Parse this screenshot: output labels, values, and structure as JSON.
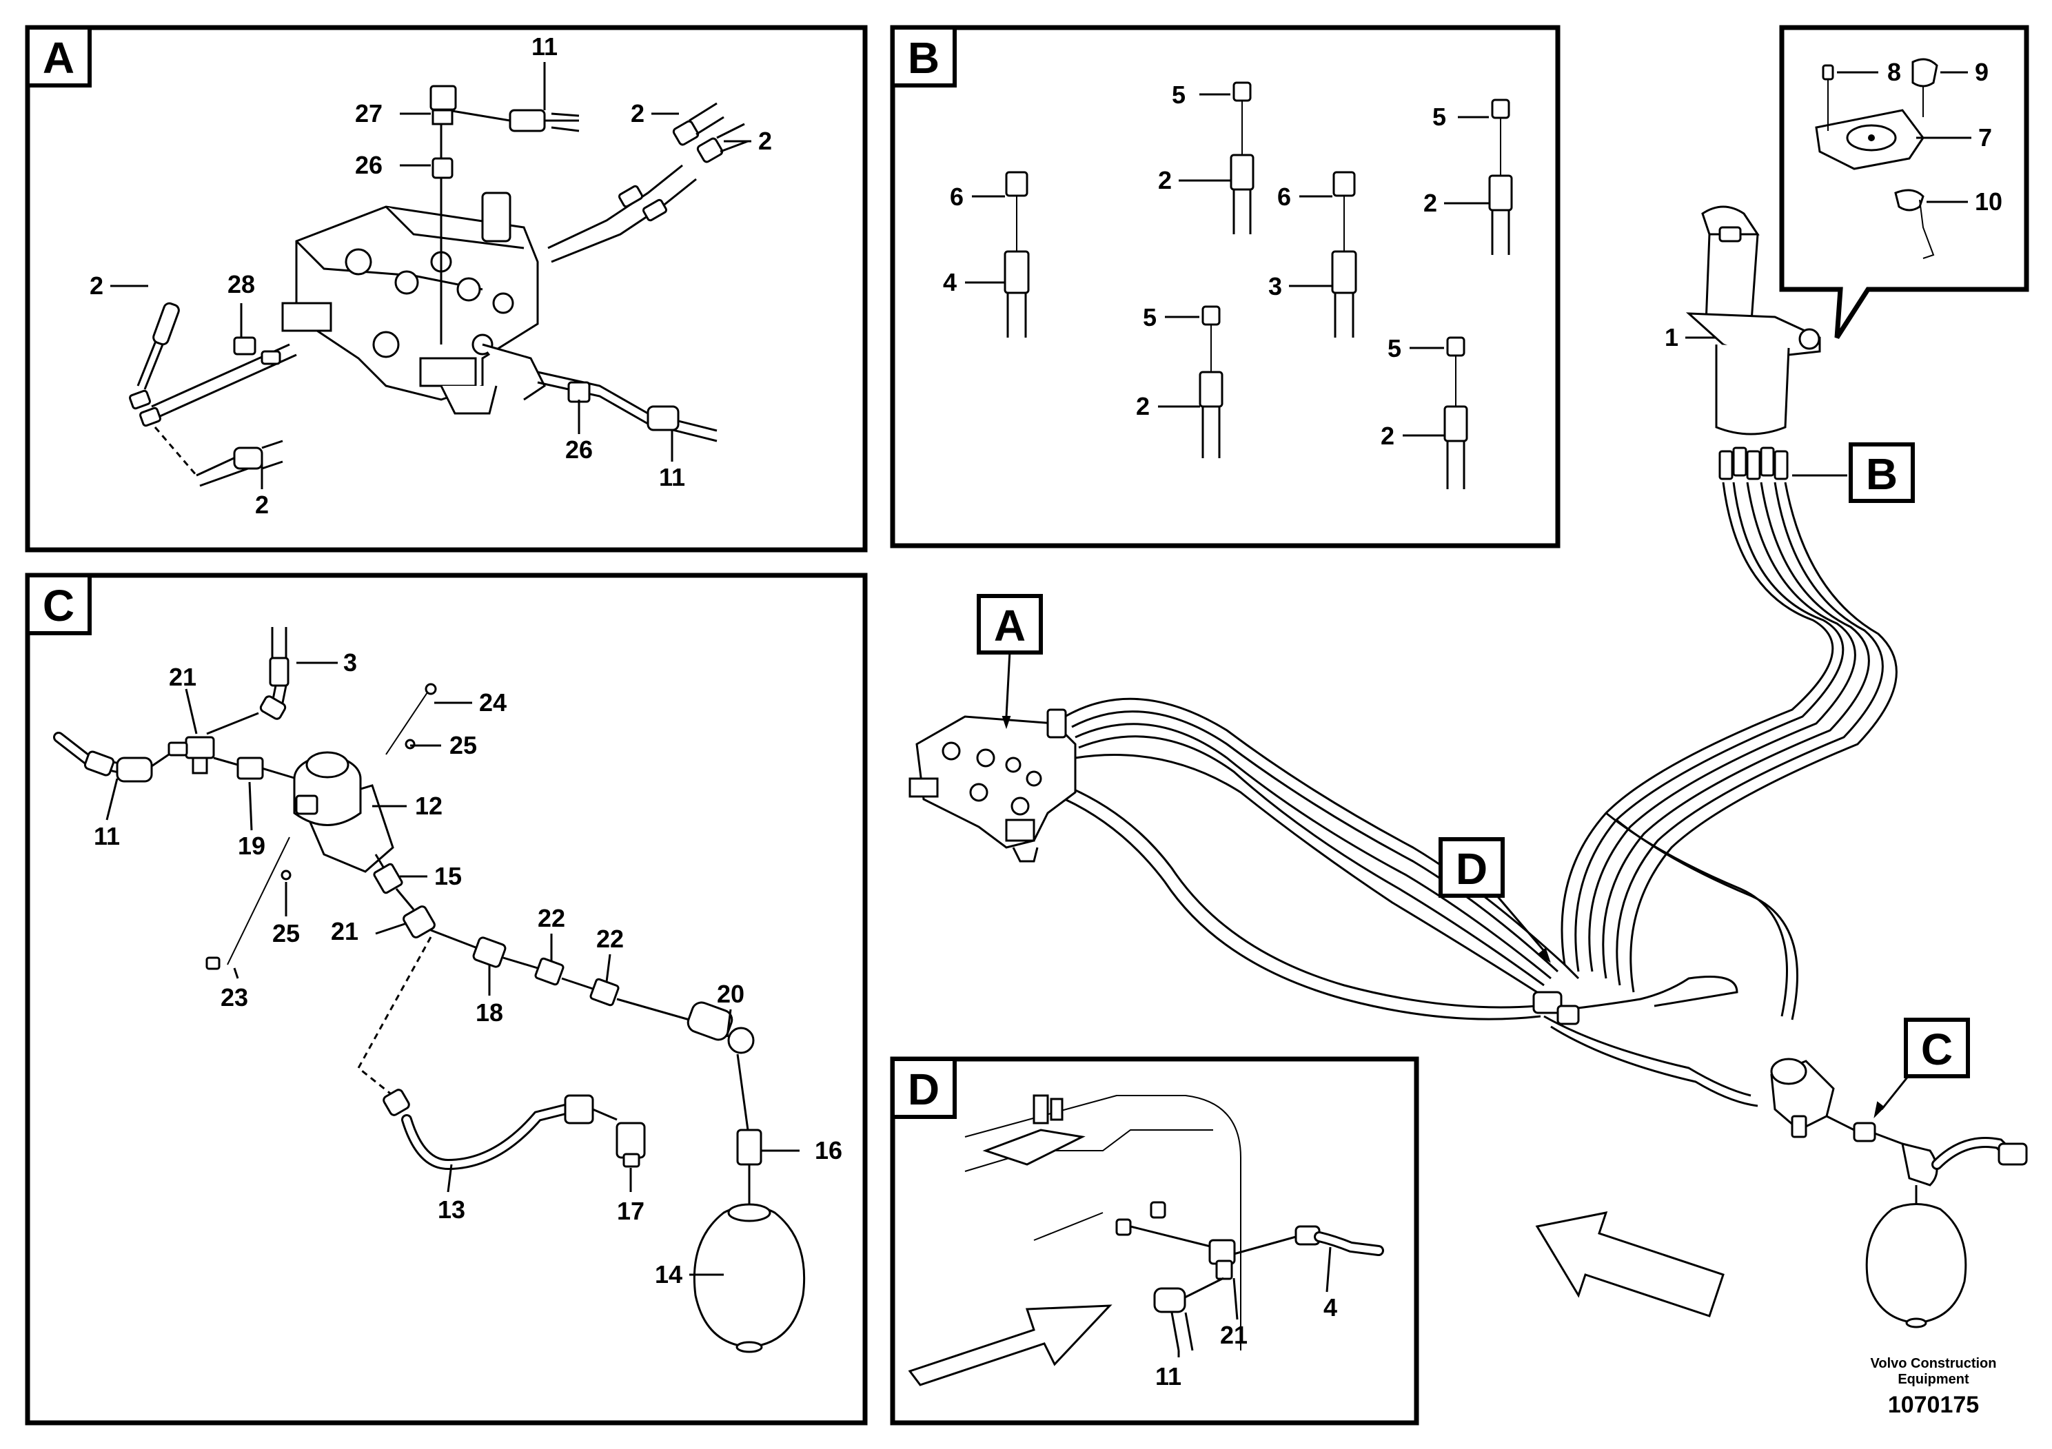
{
  "panels": {
    "a": {
      "tag": "A",
      "labels": [
        "11",
        "27",
        "2",
        "2",
        "26",
        "28",
        "2",
        "26",
        "11",
        "2"
      ]
    },
    "b": {
      "tag": "B",
      "labels": [
        "5",
        "5",
        "6",
        "2",
        "6",
        "2",
        "4",
        "3",
        "5",
        "5",
        "2",
        "2"
      ]
    },
    "c": {
      "tag": "C",
      "labels": [
        "3",
        "21",
        "24",
        "25",
        "11",
        "19",
        "12",
        "25",
        "15",
        "21",
        "22",
        "22",
        "23",
        "18",
        "20",
        "16",
        "13",
        "17",
        "14"
      ]
    },
    "d": {
      "tag": "D",
      "labels": [
        "4",
        "21",
        "11"
      ]
    }
  },
  "main": {
    "tags": [
      "A",
      "B",
      "C",
      "D"
    ],
    "labels": [
      "8",
      "9",
      "7",
      "10",
      "1"
    ]
  },
  "credit": {
    "line1": "Volvo Construction",
    "line2": "Equipment"
  },
  "doc_number": "1070175"
}
